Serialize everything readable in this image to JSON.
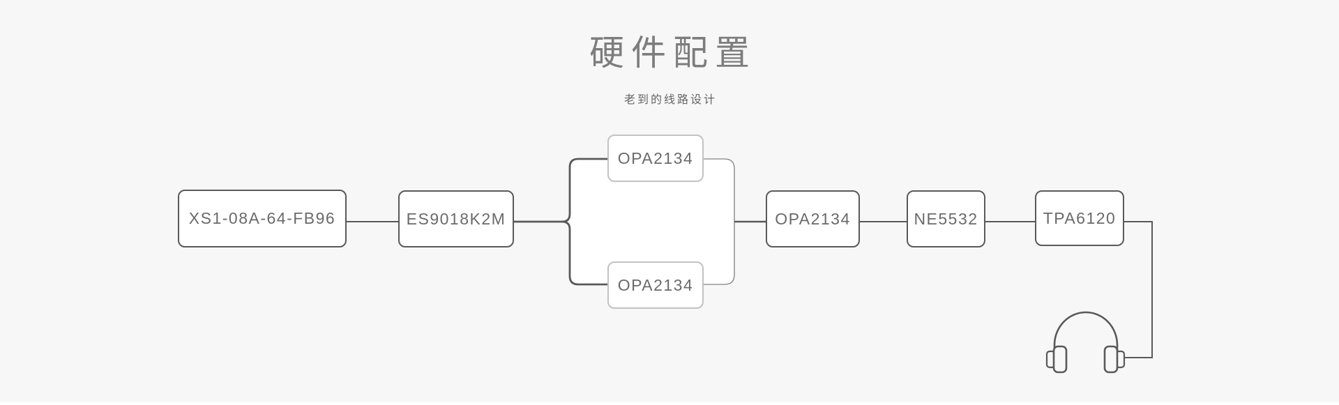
{
  "header": {
    "title": "硬件配置",
    "subtitle": "老到的线路设计"
  },
  "diagram": {
    "nodes": [
      {
        "label": "XS1-08A-64-FB96"
      },
      {
        "label": "ES9018K2M"
      },
      {
        "label": "OPA2134"
      },
      {
        "label": "OPA2134"
      },
      {
        "label": "OPA2134"
      },
      {
        "label": "NE5532"
      },
      {
        "label": "TPA6120"
      }
    ],
    "output_icon": "headphones-icon",
    "flow_order": "XS1-08A-64-FB96 > ES9018K2M > (OPA2134 + OPA2134 parallel) > OPA2134 > NE5532 > TPA6120 > headphones"
  },
  "colors": {
    "page_bg": "#f7f7f8",
    "title_text": "#7d7d7d",
    "subtitle_text": "#666666",
    "node_border": "#59595b",
    "node_border_light": "#c2c2c2",
    "node_text": "#6a6a6a",
    "connector": "#59595b",
    "connector_thin": "#7f7f7f",
    "node_bg": "#ffffff"
  }
}
